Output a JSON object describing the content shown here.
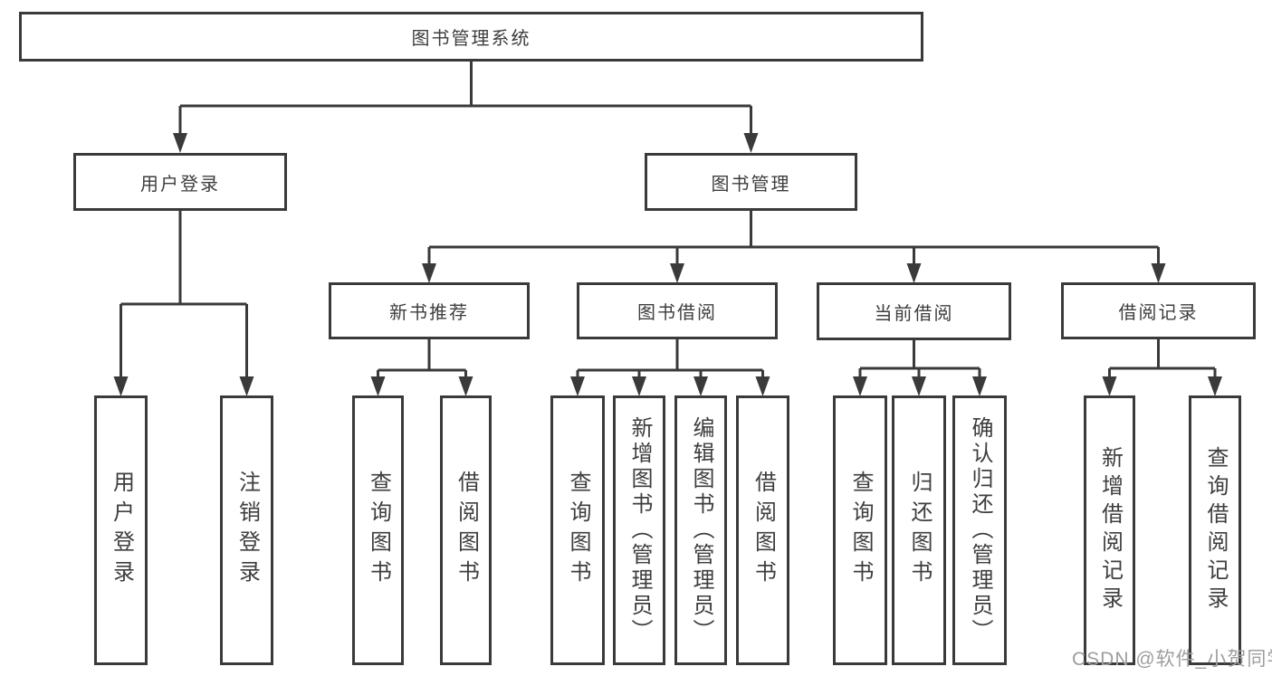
{
  "tree": {
    "root": {
      "label": "图书管理系统",
      "children": [
        {
          "label": "用户登录",
          "children": [
            {
              "label": "用户登录"
            },
            {
              "label": "注销登录"
            }
          ]
        },
        {
          "label": "图书管理",
          "children": [
            {
              "label": "新书推荐",
              "children": [
                {
                  "label": "查询图书"
                },
                {
                  "label": "借阅图书"
                }
              ]
            },
            {
              "label": "图书借阅",
              "children": [
                {
                  "label": "查询图书"
                },
                {
                  "label": "新增图书（管理员）"
                },
                {
                  "label": "编辑图书（管理员）"
                },
                {
                  "label": "借阅图书"
                }
              ]
            },
            {
              "label": "当前借阅",
              "children": [
                {
                  "label": "查询图书"
                },
                {
                  "label": "归还图书"
                },
                {
                  "label": "确认归还（管理员）"
                }
              ]
            },
            {
              "label": "借阅记录",
              "children": [
                {
                  "label": "新增借阅记录"
                },
                {
                  "label": "查询借阅记录"
                }
              ]
            }
          ]
        }
      ]
    }
  },
  "watermark": {
    "text": "CSDN @软件_小贺同学"
  },
  "colors": {
    "line": "#3a3a3a",
    "box_border": "#3a3a3a",
    "box_bg": "#ffffff",
    "text": "#3e3e3e",
    "watermark": "#9e9e9e"
  }
}
